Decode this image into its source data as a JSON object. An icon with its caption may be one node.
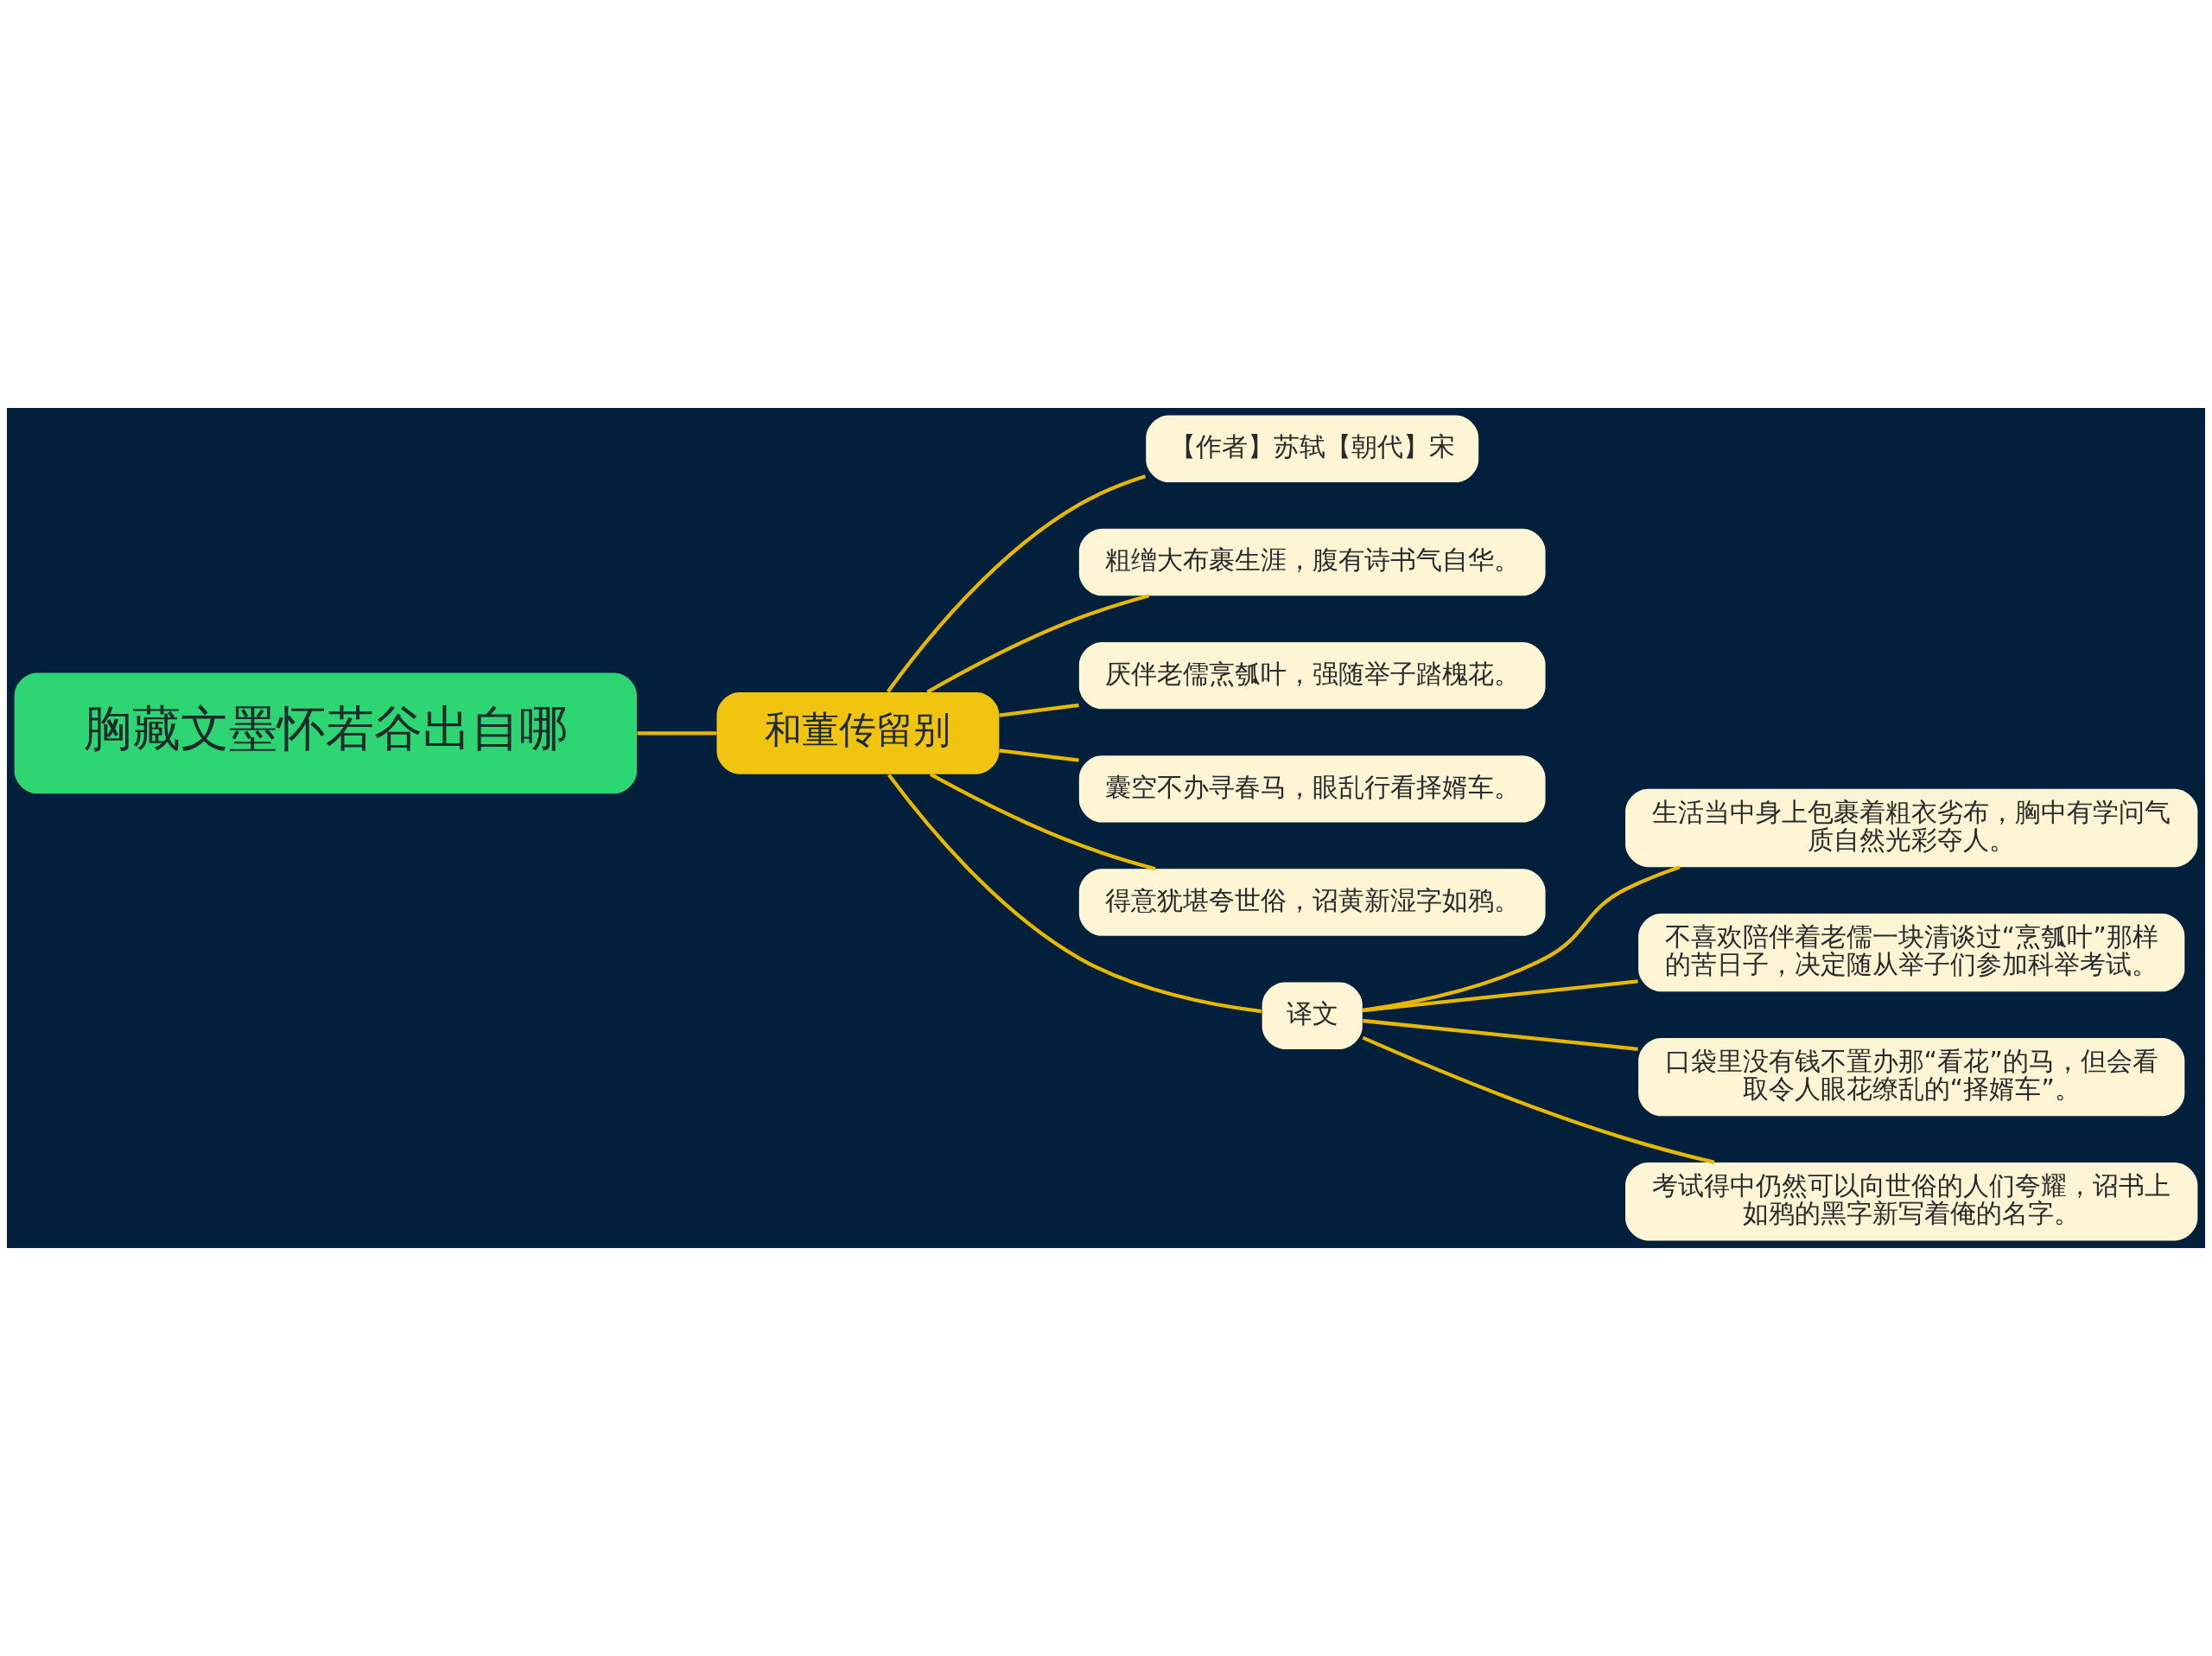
{
  "diagram": {
    "nodes": [
      {
        "text": [
          "胸藏文墨怀若谷出自哪"
        ]
      },
      {
        "text": [
          "和董传留别"
        ]
      },
      {
        "text": [
          "【作者】苏轼【朝代】宋"
        ]
      },
      {
        "text": [
          "粗缯大布裹生涯，腹有诗书气自华。"
        ]
      },
      {
        "text": [
          "厌伴老儒烹瓠叶，强随举子踏槐花。"
        ]
      },
      {
        "text": [
          "囊空不办寻春马，眼乱行看择婿车。"
        ]
      },
      {
        "text": [
          "得意犹堪夸世俗，诏黄新湿字如鸦。"
        ]
      },
      {
        "text": [
          "译文"
        ]
      },
      {
        "text": [
          "生活当中身上包裹着粗衣劣布，胸中有学问气质自然光彩夺人。"
        ]
      },
      {
        "text": [
          "不喜欢陪伴着老儒一块清谈过“烹瓠叶”那样的苦日子，决定随从举子们参加科举考试。"
        ]
      },
      {
        "text": [
          "口袋里没有钱不置办那“看花”的马，但会看取令人眼花缭乱的“择婿车”。"
        ]
      },
      {
        "text": [
          "考试得中仍然可以向世俗的人们夸耀，诏书上如鸦的黑字新写着俺的名字。"
        ]
      }
    ],
    "edges": [
      {
        "from": 0,
        "to": 1,
        "arrow": "none"
      },
      {
        "from": 1,
        "to": 2,
        "arrow": "none"
      },
      {
        "from": 1,
        "to": 3,
        "arrow": "none"
      },
      {
        "from": 1,
        "to": 4,
        "arrow": "none"
      },
      {
        "from": 1,
        "to": 5,
        "arrow": "none"
      },
      {
        "from": 1,
        "to": 6,
        "arrow": "none"
      },
      {
        "from": 1,
        "to": 7,
        "arrow": "none"
      },
      {
        "from": 7,
        "to": 8,
        "arrow": "none"
      },
      {
        "from": 7,
        "to": 9,
        "arrow": "none"
      },
      {
        "from": 7,
        "to": 10,
        "arrow": "none"
      },
      {
        "from": 7,
        "to": 11,
        "arrow": "none"
      }
    ]
  }
}
